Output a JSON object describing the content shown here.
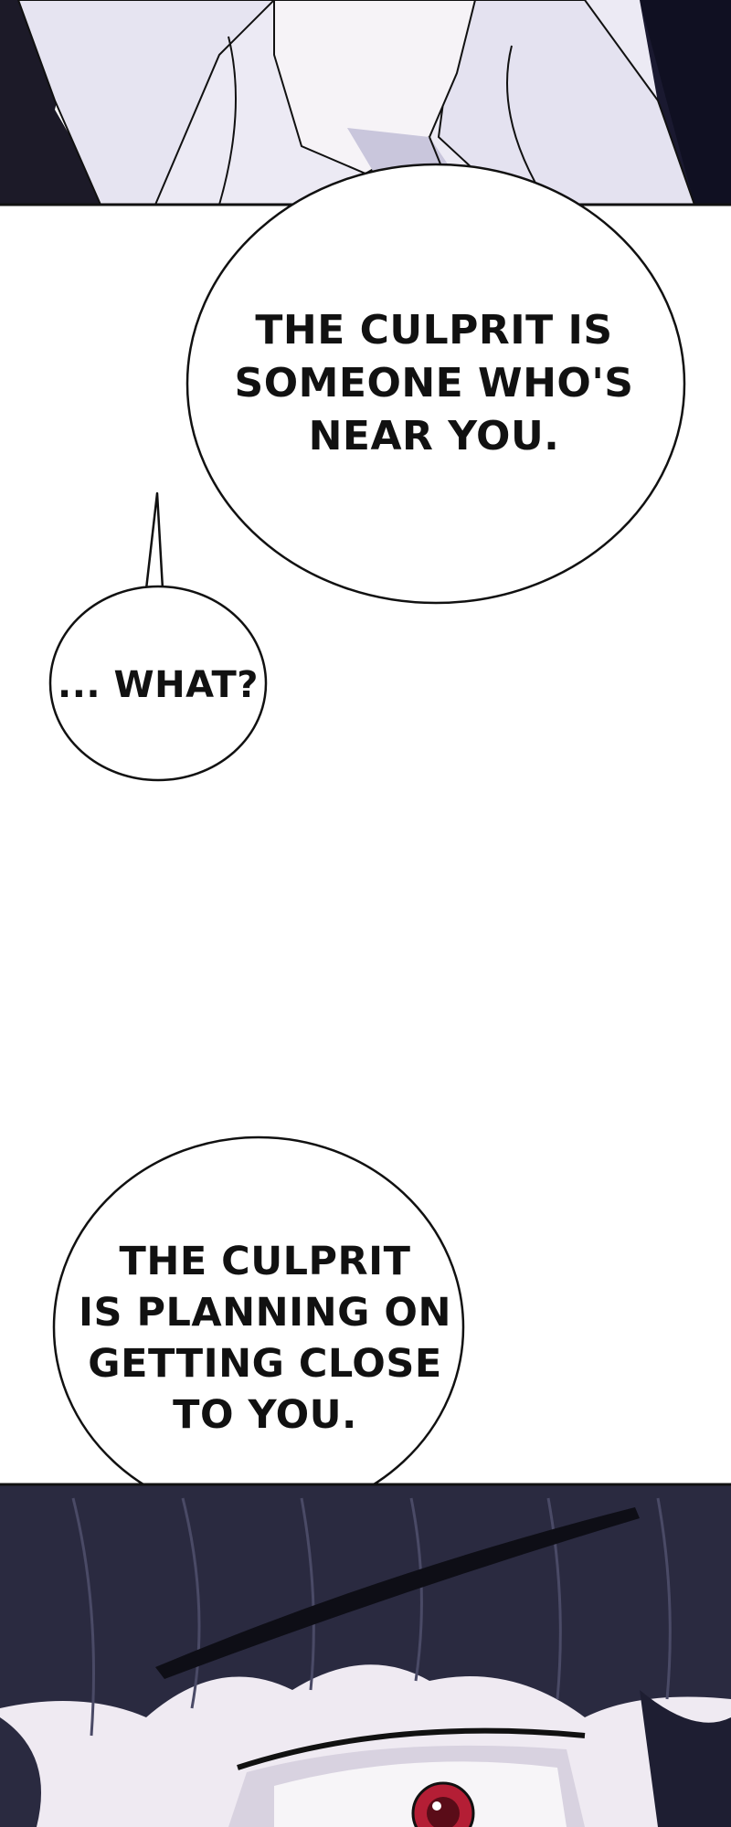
{
  "speech_bubbles": [
    {
      "lines": [
        "THE CULPRIT IS",
        "SOMEONE WHO'S",
        "NEAR YOU."
      ]
    },
    {
      "lines": [
        "... WHAT?"
      ]
    },
    {
      "lines": [
        "THE CULPRIT",
        "IS PLANNING ON",
        "GETTING CLOSE",
        "TO YOU."
      ]
    }
  ],
  "colors": {
    "background": "#ffffff",
    "ink": "#111111",
    "shirt": "#eceaf4",
    "shirt_shadow": "#c9c6dc",
    "jacket": "#1d1b2c",
    "hair": "#2a2a40",
    "skin": "#f2eef4",
    "eye": "#b41e35"
  }
}
